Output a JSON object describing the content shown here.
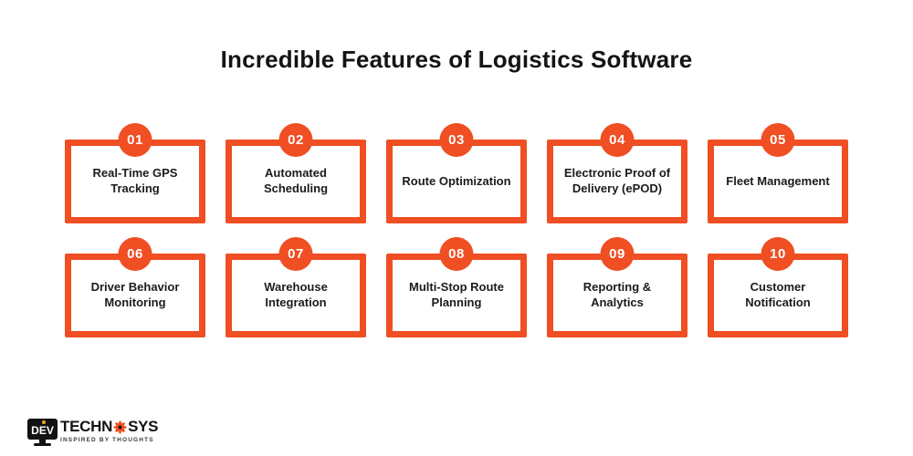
{
  "title": "Incredible Features of Logistics Software",
  "colors": {
    "accent": "#F04E23",
    "ink": "#1b1b1b",
    "badge_text": "#ffffff",
    "logo_black": "#121212",
    "logo_dot": "#F5A623"
  },
  "features": [
    {
      "number": "01",
      "label": "Real-Time GPS Tracking"
    },
    {
      "number": "02",
      "label": "Automated Scheduling"
    },
    {
      "number": "03",
      "label": "Route Optimization"
    },
    {
      "number": "04",
      "label": "Electronic Proof of Delivery (ePOD)"
    },
    {
      "number": "05",
      "label": "Fleet Management"
    },
    {
      "number": "06",
      "label": "Driver Behavior Monitoring"
    },
    {
      "number": "07",
      "label": "Warehouse Integration"
    },
    {
      "number": "08",
      "label": "Multi-Stop Route Planning"
    },
    {
      "number": "09",
      "label": "Reporting & Analytics"
    },
    {
      "number": "10",
      "label": "Customer Notification"
    }
  ],
  "logo": {
    "monitor_text": "DEV",
    "brand_part1": "TECHN",
    "brand_part2": "SYS",
    "tagline": "INSPIRED BY THOUGHTS"
  }
}
